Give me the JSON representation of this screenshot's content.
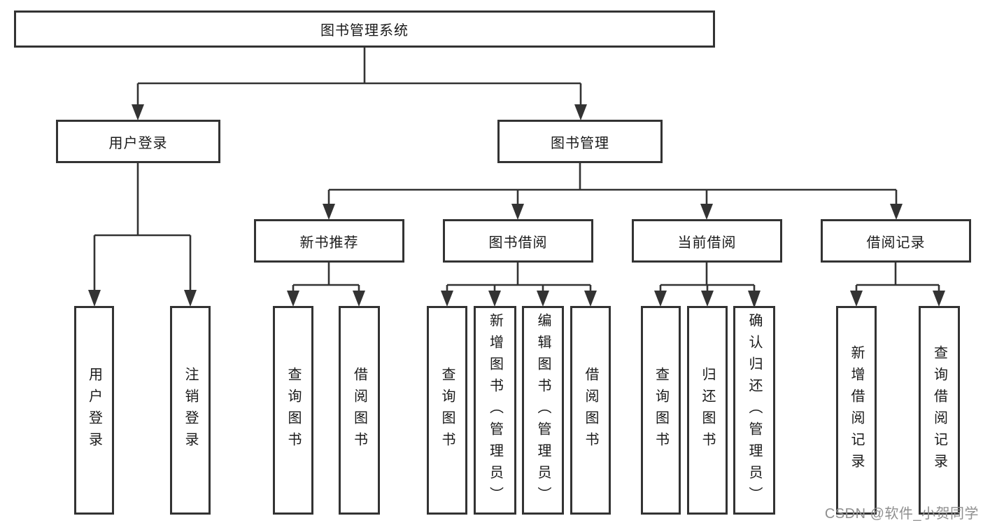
{
  "tree": {
    "label": "图书管理系统",
    "children": [
      {
        "label": "用户登录",
        "children": [
          {
            "label": "用户登录"
          },
          {
            "label": "注销登录"
          }
        ]
      },
      {
        "label": "图书管理",
        "children": [
          {
            "label": "新书推荐",
            "children": [
              {
                "label": "查询图书"
              },
              {
                "label": "借阅图书"
              }
            ]
          },
          {
            "label": "图书借阅",
            "children": [
              {
                "label": "查询图书"
              },
              {
                "label": "新增图书（管理员）"
              },
              {
                "label": "编辑图书（管理员）"
              },
              {
                "label": "借阅图书"
              }
            ]
          },
          {
            "label": "当前借阅",
            "children": [
              {
                "label": "查询图书"
              },
              {
                "label": "归还图书"
              },
              {
                "label": "确认归还（管理员）"
              }
            ]
          },
          {
            "label": "借阅记录",
            "children": [
              {
                "label": "新增借阅记录"
              },
              {
                "label": "查询借阅记录"
              }
            ]
          }
        ]
      }
    ]
  },
  "watermark": {
    "text": "CSDN @软件_小贺同学"
  },
  "colors": {
    "line": "#333333",
    "node_border": "#333333",
    "node_background": "#ffffff",
    "text": "#1a1a1a",
    "watermark": "#8f8f8f",
    "page_background": "#ffffff"
  }
}
